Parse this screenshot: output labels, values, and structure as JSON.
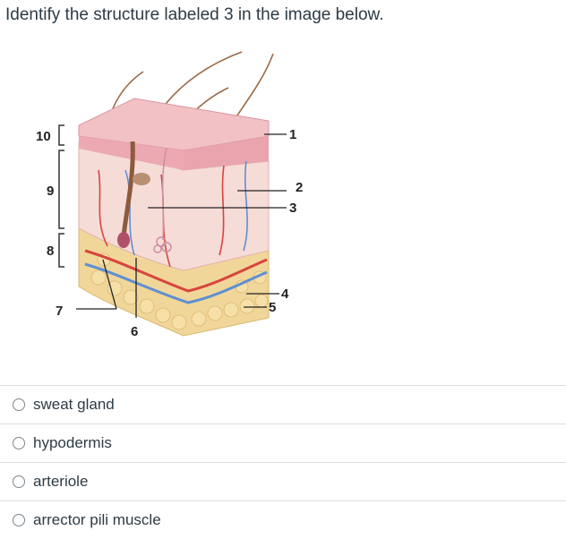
{
  "question": {
    "text": "Identify the structure labeled 3 in the image below."
  },
  "figure": {
    "labels": [
      "1",
      "2",
      "3",
      "4",
      "5",
      "6",
      "7",
      "8",
      "9",
      "10"
    ],
    "colors": {
      "epidermis": "#f2c1c6",
      "dermis": "#f6dcd7",
      "hypodermis": "#f1d69a",
      "artery": "#d8453d",
      "vein": "#5f8fd1",
      "hair": "#8c5b3c"
    }
  },
  "answers": [
    {
      "label": "sweat gland"
    },
    {
      "label": "hypodermis"
    },
    {
      "label": "arteriole"
    },
    {
      "label": "arrector pili muscle"
    }
  ]
}
